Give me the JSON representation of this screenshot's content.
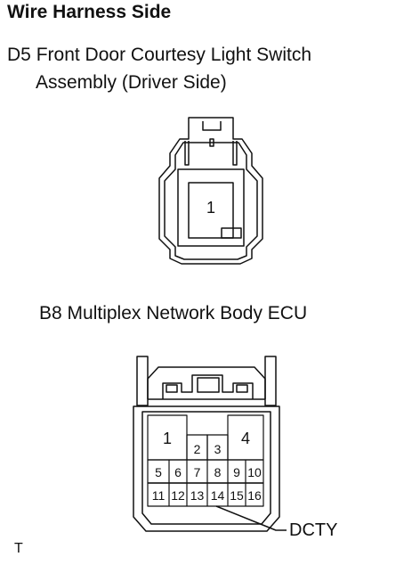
{
  "heading": "Wire Harness Side",
  "d5": {
    "code": "D5",
    "name_line1": "Front Door Courtesy Light Switch",
    "name_line2": "Assembly (Driver Side)",
    "pins": [
      "1"
    ]
  },
  "b8": {
    "code": "B8",
    "name": "Multiplex Network Body ECU",
    "pins": [
      "1",
      "2",
      "3",
      "4",
      "5",
      "6",
      "7",
      "8",
      "9",
      "10",
      "11",
      "12",
      "13",
      "14",
      "15",
      "16"
    ],
    "callout": "DCTY"
  },
  "footer_mark": "T"
}
